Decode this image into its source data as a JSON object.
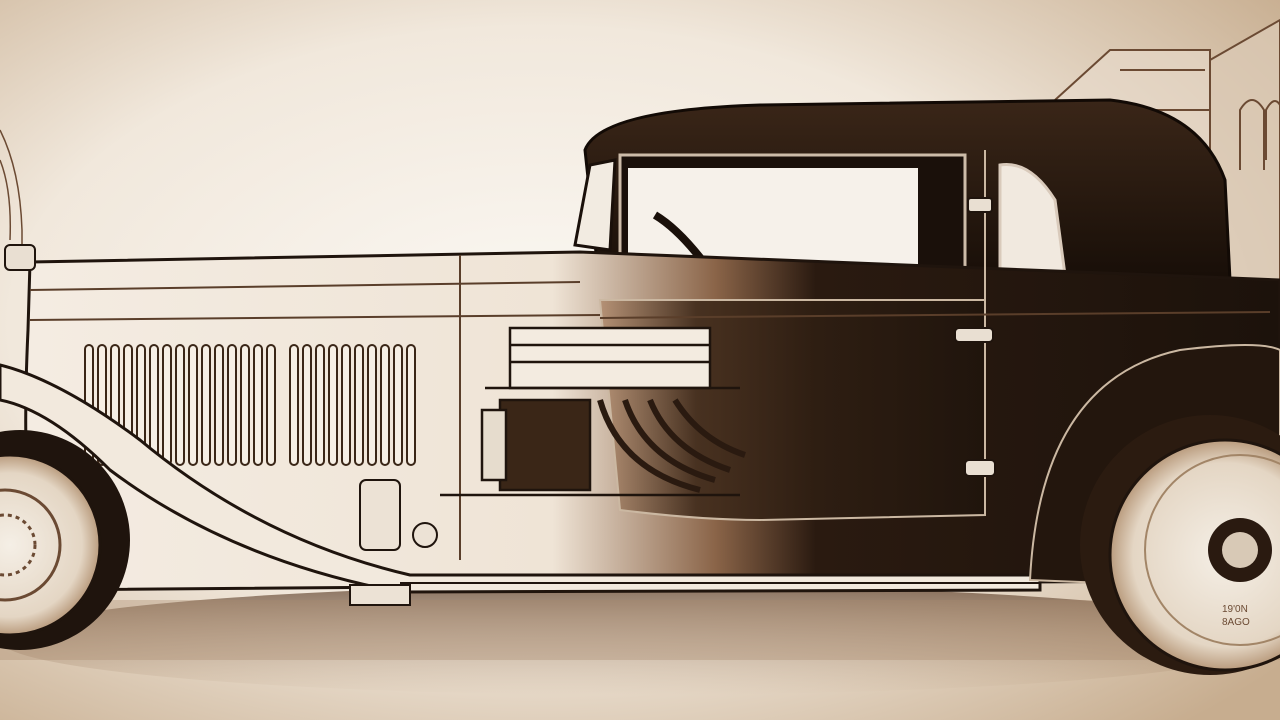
{
  "image": {
    "subject": "vintage-car-cutaway",
    "colors": {
      "paper": "#efe6da",
      "paper_light": "#f7f2ea",
      "sepia": "#c9b49b",
      "ink": "#1f140d",
      "body_dark": "#2a1a10",
      "body_mid": "#6b4a33",
      "chrome": "#e9dfd2"
    },
    "tire_text": [
      "19'0N",
      "8AGO"
    ]
  }
}
